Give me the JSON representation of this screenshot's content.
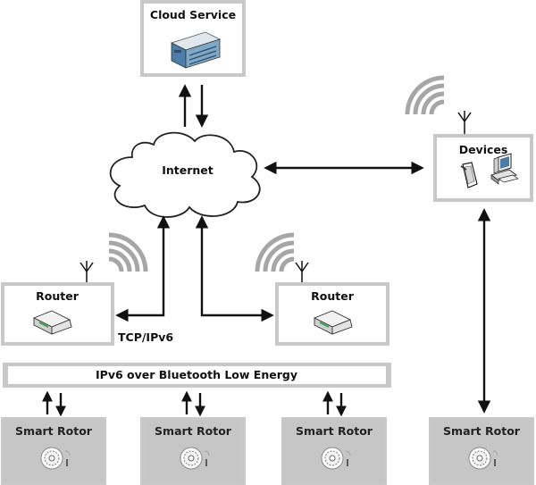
{
  "cloud_service": {
    "label": "Cloud Service"
  },
  "internet": {
    "label": "Internet"
  },
  "devices": {
    "label": "Devices"
  },
  "routers": [
    {
      "label": "Router"
    },
    {
      "label": "Router"
    }
  ],
  "protocol_label": "TCP/IPv6",
  "ble_bar": {
    "label": "IPv6 over Bluetooth Low Energy"
  },
  "smart_rotors": [
    {
      "label": "Smart Rotor"
    },
    {
      "label": "Smart Rotor"
    },
    {
      "label": "Smart Rotor"
    },
    {
      "label": "Smart Rotor"
    }
  ],
  "colors": {
    "box_border": "#c8c8c8",
    "rotor_fill": "#c6c6c6",
    "wifi_arcs": "#a6a6a6",
    "arrows": "#111111"
  },
  "icons": [
    "server-icon",
    "cloud-icon",
    "tablet-icon",
    "desktop-computer-icon",
    "router-device-icon",
    "antenna-icon",
    "wifi-signal-icon",
    "rotor-dial-icon"
  ]
}
